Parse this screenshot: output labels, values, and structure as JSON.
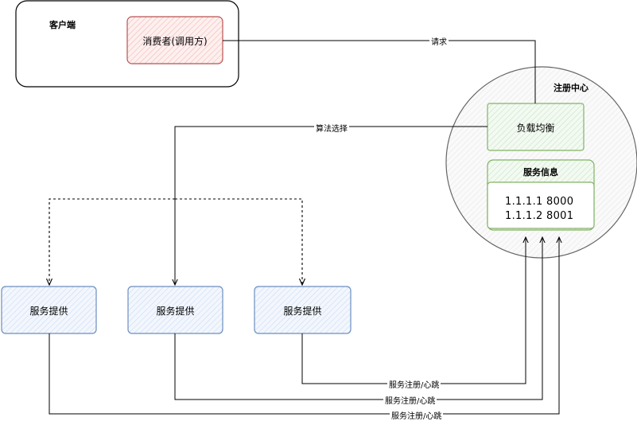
{
  "client": {
    "title": "客户端",
    "consumer_label": "消费者(调用方)"
  },
  "registry": {
    "title": "注册中心",
    "load_balancer_label": "负载均衡",
    "service_info": {
      "header": "服务信息",
      "entries": [
        "1.1.1.1  8000",
        "1.1.1.2  8001"
      ]
    }
  },
  "providers": [
    {
      "label": "服务提供"
    },
    {
      "label": "服务提供"
    },
    {
      "label": "服务提供"
    }
  ],
  "edges": {
    "request_label": "请求",
    "algorithm_label": "算法选择",
    "heartbeat_labels": [
      "服务注册/心跳",
      "服务注册/心跳",
      "服务注册/心跳"
    ]
  },
  "colors": {
    "consumer_fill": "#f8cecc",
    "consumer_stroke": "#b85450",
    "registry_fill": "#d5e8d4",
    "registry_stroke": "#82b366",
    "provider_fill": "#dae8fc",
    "provider_stroke": "#6c8ebf",
    "circle_fill": "#f5f5f5",
    "circle_stroke": "#666666"
  }
}
